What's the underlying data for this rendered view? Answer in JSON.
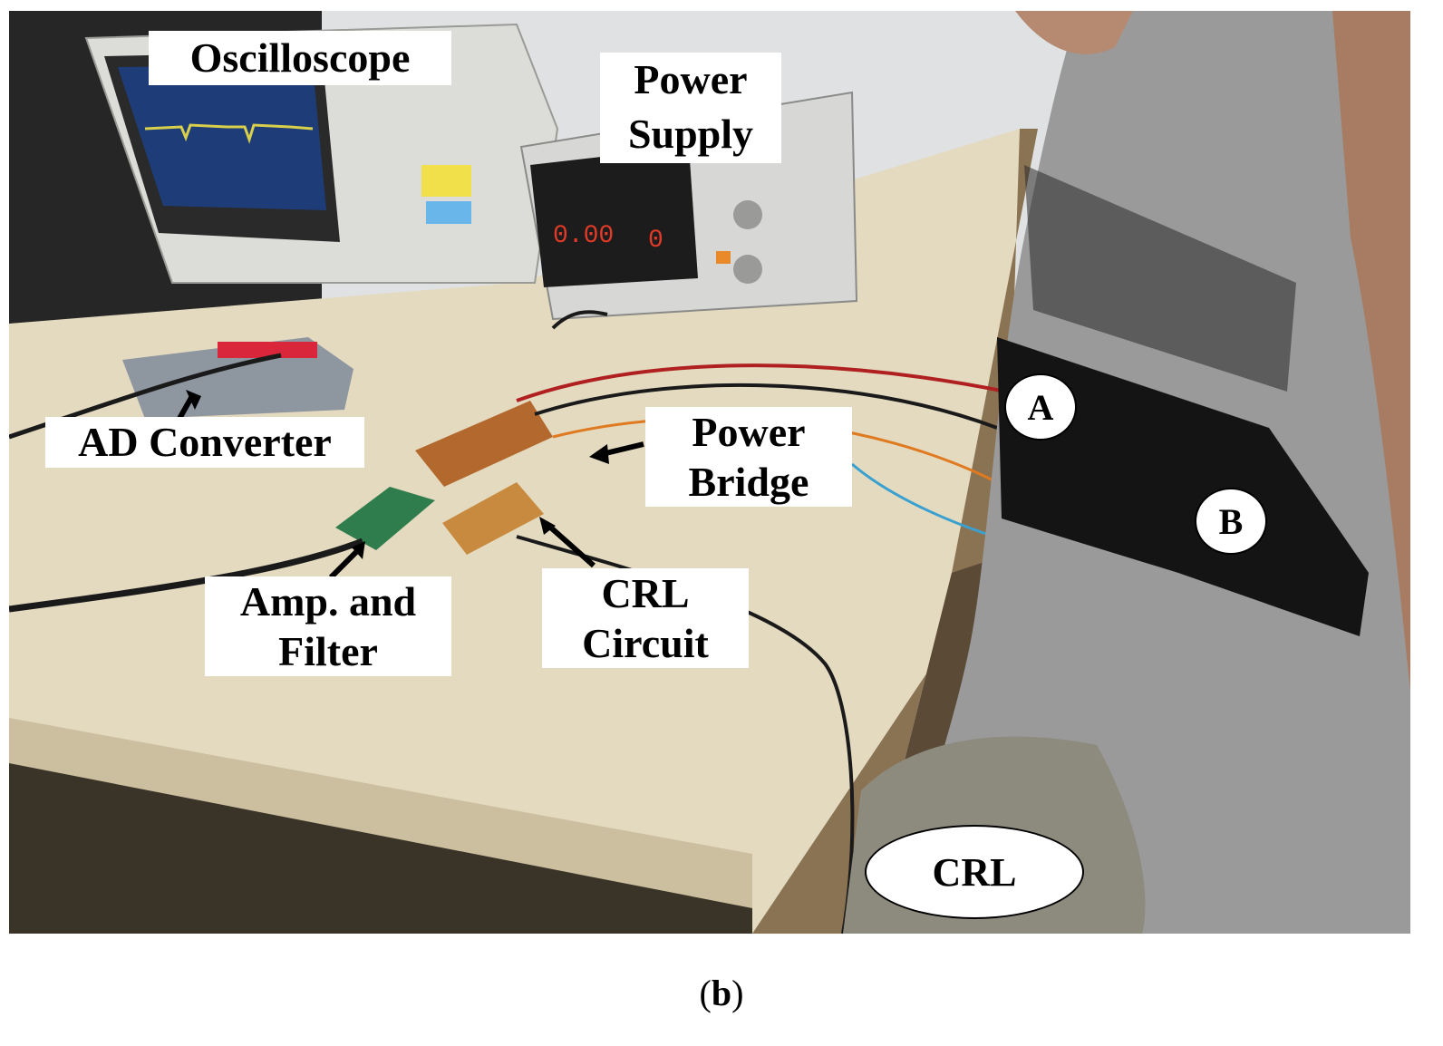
{
  "labels": {
    "oscilloscope": "Oscilloscope",
    "power_supply": "Power\nSupply",
    "ad_converter": "AD Converter",
    "power_bridge": "Power\nBridge",
    "amp_filter": "Amp. and\nFilter",
    "crl_circuit": "CRL\nCircuit",
    "electrode_a": "A",
    "electrode_b": "B",
    "crl": "CRL"
  },
  "caption": {
    "open": "(",
    "letter": "b",
    "close": ")"
  },
  "readouts": {
    "supply_left": "0.00",
    "supply_right": "0"
  },
  "colors": {
    "table_top": "#e6dcc2",
    "shirt": "#9a9a9a",
    "chest_band": "#141414",
    "label_bg": "#ffffff",
    "scope_trace": "#d8d04a"
  }
}
